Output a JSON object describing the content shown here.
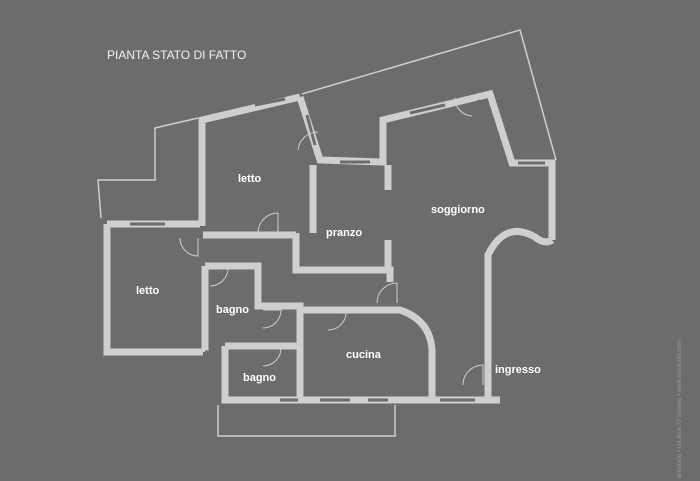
{
  "title": "PIANTA STATO DI FATTO",
  "rooms": {
    "letto_top": "letto",
    "letto_left": "letto",
    "pranzo": "pranzo",
    "soggiorno": "soggiorno",
    "bagno_1": "bagno",
    "bagno_2": "bagno",
    "cucina": "cucina",
    "ingresso": "ingresso"
  },
  "credit": "arkstudio • via arce 70 salerno • www.arkstudio.com",
  "colors": {
    "background": "#6d6c6b",
    "walls": "#cfcfcf"
  }
}
